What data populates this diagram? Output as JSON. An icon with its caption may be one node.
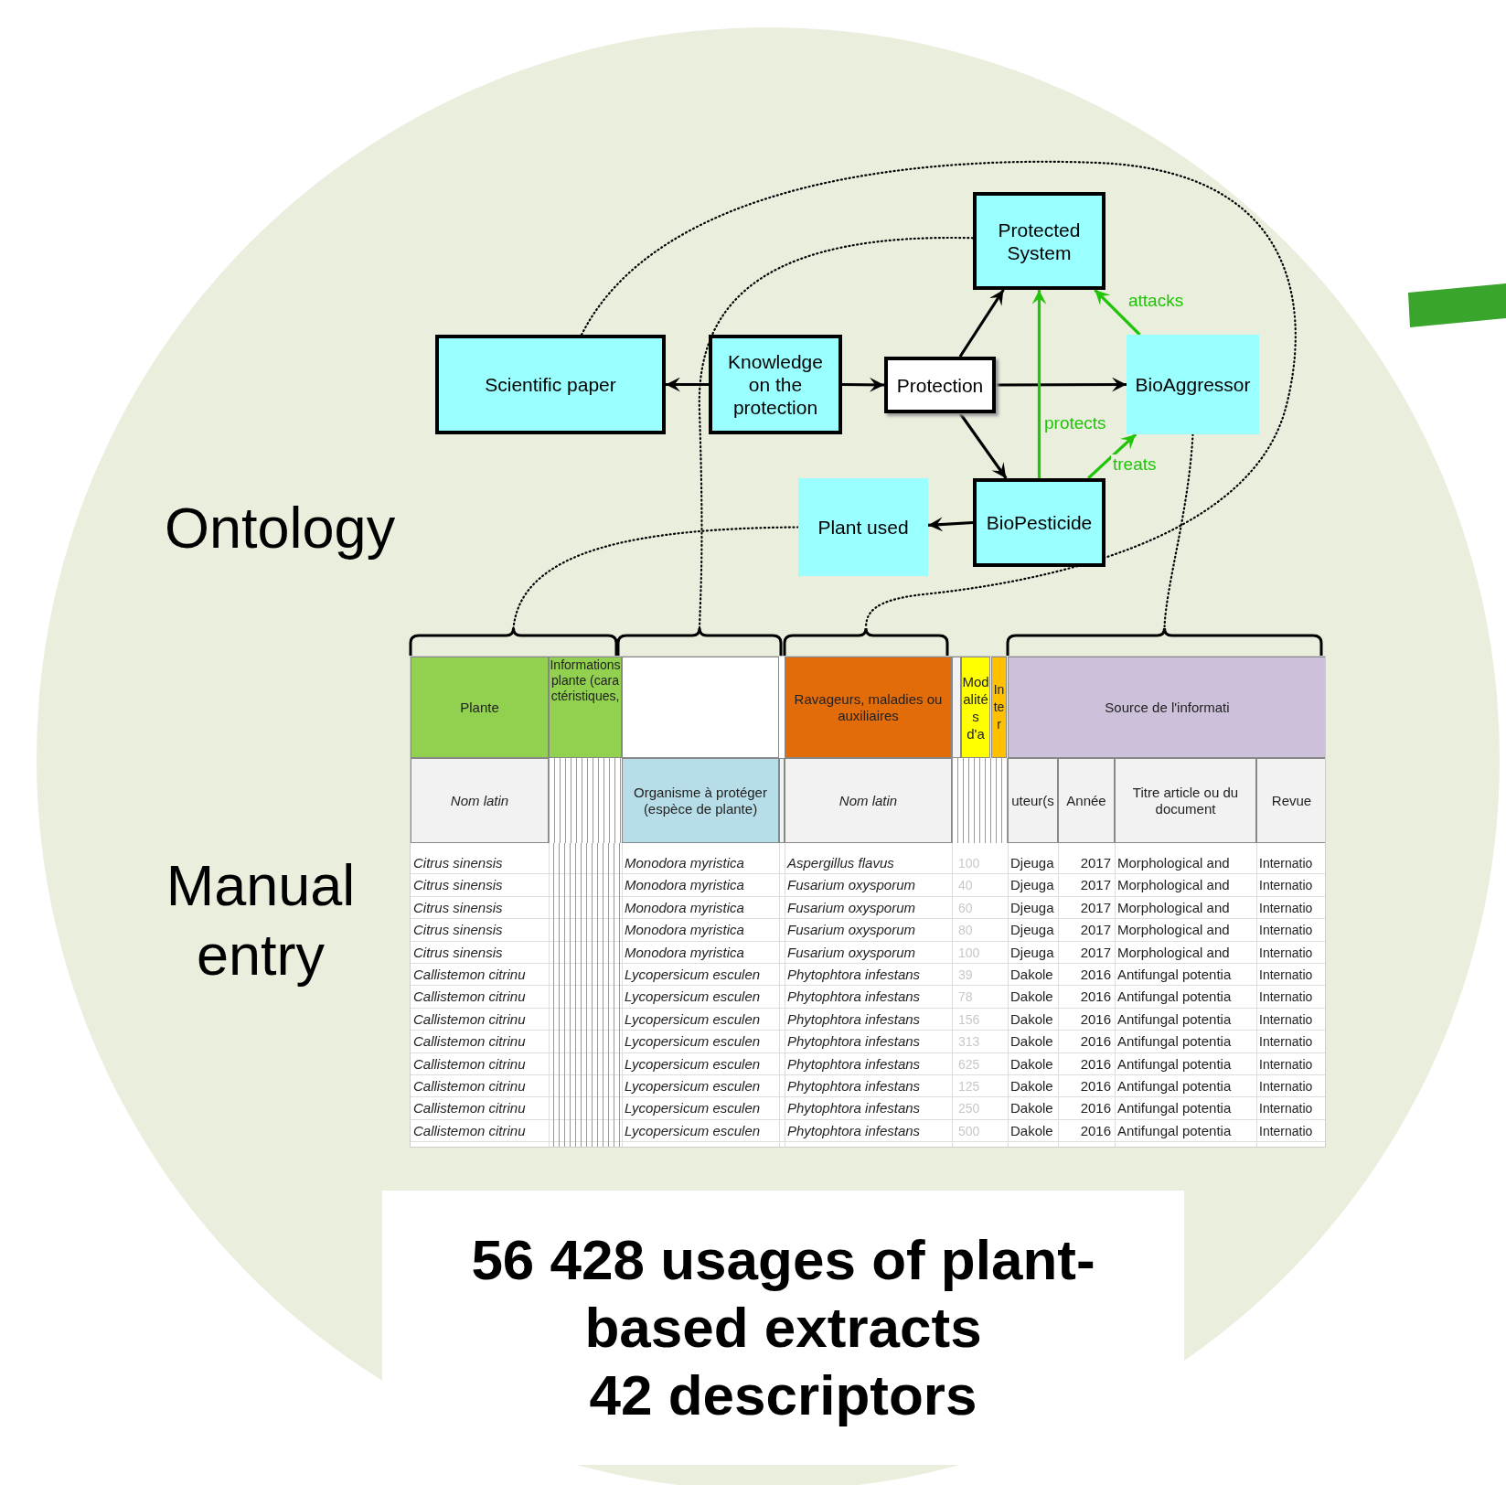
{
  "diagram": {
    "nodes": [
      {
        "text": [
          "Scientific paper"
        ]
      },
      {
        "text": [
          "Knowledge on the protection"
        ]
      },
      {
        "text": [
          "Protection"
        ]
      },
      {
        "text": [
          "Protected System"
        ]
      },
      {
        "text": [
          "BioAggressor"
        ]
      },
      {
        "text": [
          "Plant used"
        ]
      },
      {
        "text": [
          "BioPesticide"
        ]
      },
      {
        "text": [],
        "shape": "bracket"
      },
      {
        "text": [],
        "shape": "bracket"
      },
      {
        "text": [],
        "shape": "bracket"
      },
      {
        "text": [],
        "shape": "bracket"
      },
      {
        "text": [
          "56 428 usages of plant-based extracts",
          "42 descriptors"
        ]
      }
    ],
    "edges": [
      {
        "from": 1,
        "to": 0,
        "arrow": "to"
      },
      {
        "from": 1,
        "to": 2,
        "arrow": "to"
      },
      {
        "from": 2,
        "to": 3,
        "arrow": "to"
      },
      {
        "from": 2,
        "to": 4,
        "arrow": "to"
      },
      {
        "from": 2,
        "to": 6,
        "arrow": "to"
      },
      {
        "from": 6,
        "to": 5,
        "arrow": "to"
      },
      {
        "from": 4,
        "to": 3,
        "arrow": "to",
        "label": "attacks",
        "color": "#22c40a"
      },
      {
        "from": 6,
        "to": 3,
        "arrow": "to",
        "label": "protects",
        "color": "#22c40a"
      },
      {
        "from": 6,
        "to": 4,
        "arrow": "to",
        "label": "treats",
        "color": "#22c40a"
      },
      {
        "from": 0,
        "to": 9,
        "arrow": "none",
        "style": "dashed"
      },
      {
        "from": 3,
        "to": 8,
        "arrow": "none",
        "style": "dashed"
      },
      {
        "from": 5,
        "to": 7,
        "arrow": "none",
        "style": "dashed"
      },
      {
        "from": 4,
        "to": 10,
        "arrow": "none",
        "style": "dashed"
      }
    ],
    "labels": [
      "Ontology",
      "Manual entry",
      "Plante",
      "Informations plante (caractéristiques,",
      "Ravageurs, maladies ou auxiliaires",
      "Modalités d'a",
      "Inter",
      "Source de l'informati",
      "Nom latin",
      "Organisme à protéger (espèce de plante)",
      "Nom latin",
      "uteur(s",
      "Année",
      "Titre article ou du document",
      "Revue",
      "Citrus sinensis",
      "Monodora myristica",
      "Aspergillus flavus",
      "100",
      "Djeuga",
      "2017",
      "Morphological and",
      "Internatio",
      "Citrus sinensis",
      "Monodora myristica",
      "Fusarium oxysporum",
      "40",
      "Djeuga",
      "2017",
      "Morphological and",
      "Internatio",
      "Citrus sinensis",
      "Monodora myristica",
      "Fusarium oxysporum",
      "60",
      "Djeuga",
      "2017",
      "Morphological and",
      "Internatio",
      "Citrus sinensis",
      "Monodora myristica",
      "Fusarium oxysporum",
      "80",
      "Djeuga",
      "2017",
      "Morphological and",
      "Internatio",
      "Citrus sinensis",
      "Monodora myristica",
      "Fusarium oxysporum",
      "100",
      "Djeuga",
      "2017",
      "Morphological and",
      "Internatio",
      "Callistemon citrinu",
      "Lycopersicum esculen",
      "Phytophtora infestans",
      "39",
      "Dakole",
      "2016",
      "Antifungal potentia",
      "Internatio",
      "Callistemon citrinu",
      "Lycopersicum esculen",
      "Phytophtora infestans",
      "78",
      "Dakole",
      "2016",
      "Antifungal potentia",
      "Internatio",
      "Callistemon citrinu",
      "Lycopersicum esculen",
      "Phytophtora infestans",
      "156",
      "Dakole",
      "2016",
      "Antifungal potentia",
      "Internatio",
      "Callistemon citrinu",
      "Lycopersicum esculen",
      "Phytophtora infestans",
      "313",
      "Dakole",
      "2016",
      "Antifungal potentia",
      "Internatio",
      "Callistemon citrinu",
      "Lycopersicum esculen",
      "Phytophtora infestans",
      "625",
      "Dakole",
      "2016",
      "Antifungal potentia",
      "Internatio",
      "Callistemon citrinu",
      "Lycopersicum esculen",
      "Phytophtora infestans",
      "125",
      "Dakole",
      "2016",
      "Antifungal potentia",
      "Internatio",
      "Callistemon citrinu",
      "Lycopersicum esculen",
      "Phytophtora infestans",
      "250",
      "Dakole",
      "2016",
      "Antifungal potentia",
      "Internatio",
      "Callistemon citrinu",
      "Lycopersicum esculen",
      "Phytophtora infestans",
      "500",
      "Dakole",
      "2016",
      "Antifungal potentia",
      "Internatio"
    ]
  }
}
